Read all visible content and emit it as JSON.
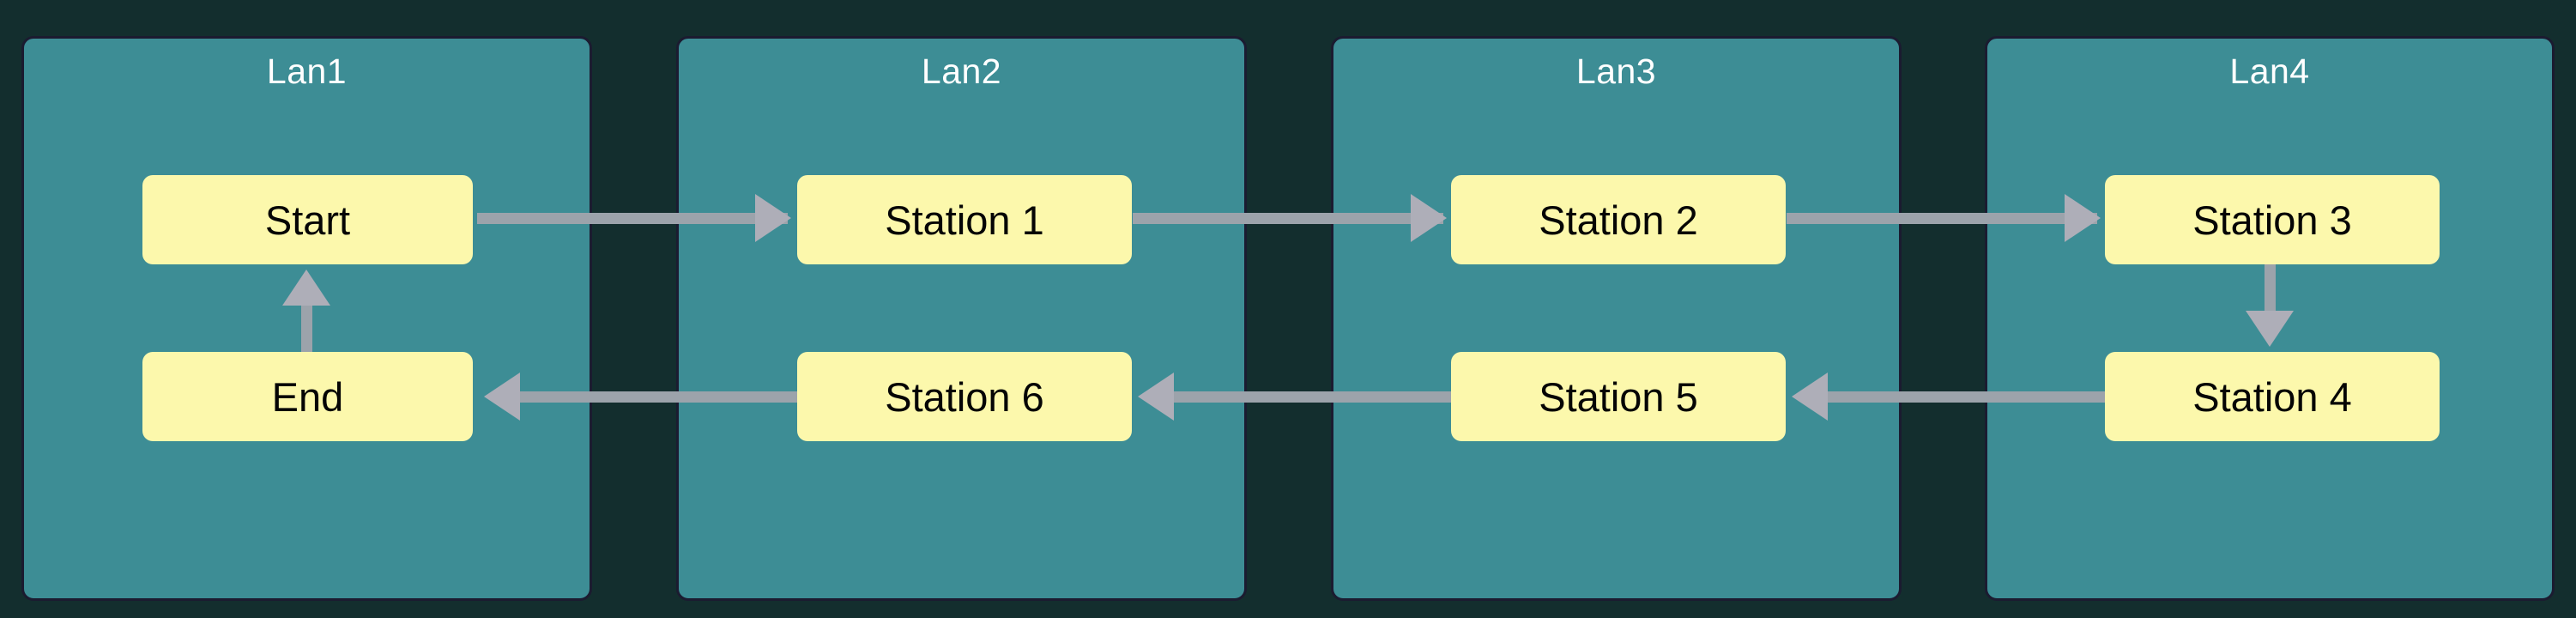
{
  "diagram": {
    "type": "swimlane-flowchart",
    "background_color": "#132e2e",
    "lane_color": "#3d8d95",
    "node_color": "#fcf8ac",
    "edge_color": "#9ca3ab",
    "lane_label_color": "#ffffff",
    "node_text_color": "#050505"
  },
  "lanes": [
    {
      "id": "lane1",
      "label": "Lan1"
    },
    {
      "id": "lane2",
      "label": "Lan2"
    },
    {
      "id": "lane3",
      "label": "Lan3"
    },
    {
      "id": "lane4",
      "label": "Lan4"
    }
  ],
  "nodes": [
    {
      "id": "start",
      "label": "Start",
      "lane": "lane1",
      "row": "top"
    },
    {
      "id": "station1",
      "label": "Station 1",
      "lane": "lane2",
      "row": "top"
    },
    {
      "id": "station2",
      "label": "Station 2",
      "lane": "lane3",
      "row": "top"
    },
    {
      "id": "station3",
      "label": "Station 3",
      "lane": "lane4",
      "row": "top"
    },
    {
      "id": "station4",
      "label": "Station 4",
      "lane": "lane4",
      "row": "bottom"
    },
    {
      "id": "station5",
      "label": "Station 5",
      "lane": "lane3",
      "row": "bottom"
    },
    {
      "id": "station6",
      "label": "Station 6",
      "lane": "lane2",
      "row": "bottom"
    },
    {
      "id": "end",
      "label": "End",
      "lane": "lane1",
      "row": "bottom"
    }
  ],
  "edges": [
    {
      "from": "start",
      "to": "station1",
      "direction": "right"
    },
    {
      "from": "station1",
      "to": "station2",
      "direction": "right"
    },
    {
      "from": "station2",
      "to": "station3",
      "direction": "right"
    },
    {
      "from": "station3",
      "to": "station4",
      "direction": "down"
    },
    {
      "from": "station4",
      "to": "station5",
      "direction": "left"
    },
    {
      "from": "station5",
      "to": "station6",
      "direction": "left"
    },
    {
      "from": "station6",
      "to": "end",
      "direction": "left"
    },
    {
      "from": "end",
      "to": "start",
      "direction": "up"
    }
  ]
}
